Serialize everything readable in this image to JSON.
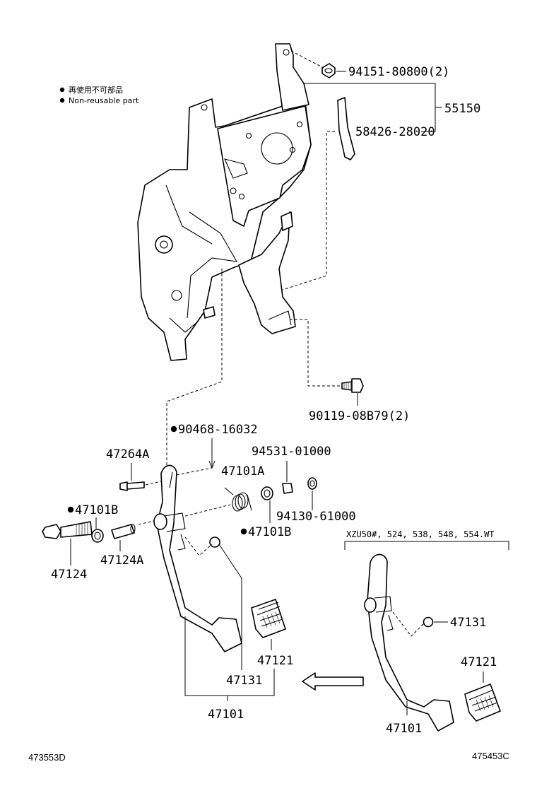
{
  "legend": {
    "jp_text": "再使用不可部品",
    "en_text": "Non-reusable part"
  },
  "parts": {
    "bolt_top": "94151-80800(2)",
    "bracket_assy": "55150",
    "cushion": "58426-28020",
    "bolt_mid": "90119-08B79(2)",
    "clip": "90468-16032",
    "pin": "47264A",
    "spring": "47101A",
    "stopper": "94531-01000",
    "nut": "94130-61000",
    "bushing_left": "47101B",
    "bushing_right": "47101B",
    "collar": "47124A",
    "pivot_bolt": "47124",
    "pedal_pad_cover": "47121",
    "stop_cushion": "47131",
    "pedal_assy": "47101"
  },
  "variant": {
    "header": "XZU50#, 524, 538, 548, 554.WT",
    "stop_cushion": "47131",
    "pedal_pad_cover": "47121",
    "pedal_assy": "47101"
  },
  "footer": {
    "left_code": "473553D",
    "right_code": "475453C"
  }
}
